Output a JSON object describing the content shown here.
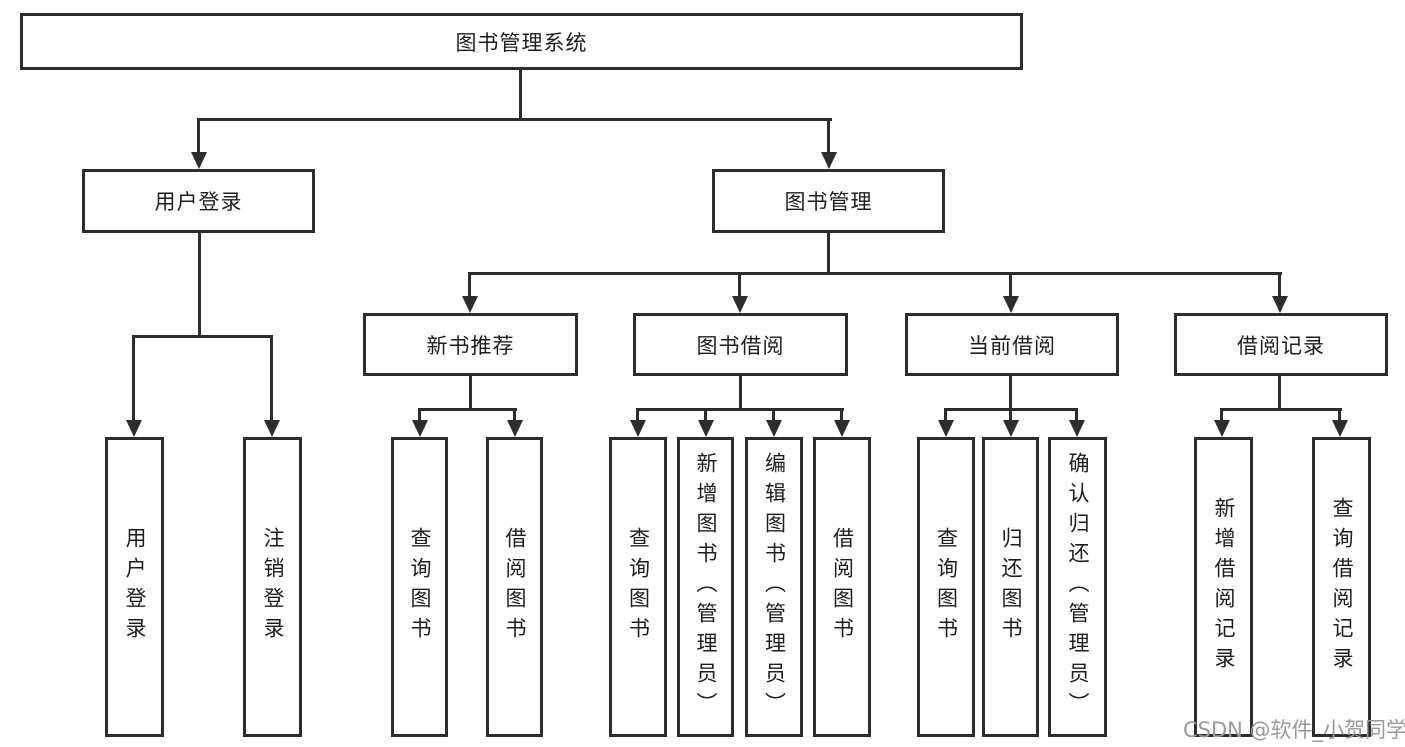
{
  "diagram": {
    "root": {
      "label": "图书管理系统"
    },
    "level2": {
      "user_login": {
        "label": "用户登录"
      },
      "book_mgmt": {
        "label": "图书管理"
      }
    },
    "level3": {
      "new_book": {
        "label": "新书推荐"
      },
      "borrow": {
        "label": "图书借阅"
      },
      "current": {
        "label": "当前借阅"
      },
      "records": {
        "label": "借阅记录"
      }
    },
    "leaves": {
      "user_login_login": {
        "label": "用户登录"
      },
      "user_login_logout": {
        "label": "注销登录"
      },
      "new_book_query": {
        "label": "查询图书"
      },
      "new_book_borrow": {
        "label": "借阅图书"
      },
      "borrow_query": {
        "label": "查询图书"
      },
      "borrow_add": {
        "label": "新增图书（管理员）"
      },
      "borrow_edit": {
        "label": "编辑图书（管理员）"
      },
      "borrow_borrow": {
        "label": "借阅图书"
      },
      "current_query": {
        "label": "查询图书"
      },
      "current_return": {
        "label": "归还图书"
      },
      "current_confirm": {
        "label": "确认归还（管理员）"
      },
      "records_add": {
        "label": "新增借阅记录"
      },
      "records_query": {
        "label": "查询借阅记录"
      }
    }
  },
  "watermark": {
    "text": "CSDN @软件_小贺同学",
    "color": "#999999"
  },
  "colors": {
    "line": "#2d2d2d",
    "background": "#ffffff",
    "box_fill": "#ffffff",
    "text": "#1e1e1e"
  }
}
